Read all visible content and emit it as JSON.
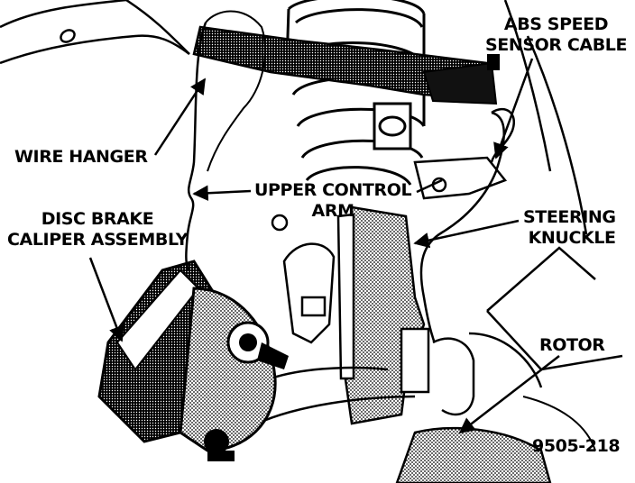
{
  "labels": {
    "abs_speed_sensor_cable": [
      "ABS SPEED",
      "SENSOR CABLE"
    ],
    "wire_hanger": "WIRE HANGER",
    "upper_control_arm": [
      "UPPER CONTROL",
      "ARM"
    ],
    "disc_brake_caliper_assembly": [
      "DISC BRAKE",
      "CALIPER ASSEMBLY"
    ],
    "steering_knuckle": [
      "STEERING",
      "KNUCKLE"
    ],
    "rotor": "ROTOR"
  },
  "figure_number": "9505-218",
  "colors": {
    "ink": "#000000",
    "paper": "#ffffff"
  }
}
